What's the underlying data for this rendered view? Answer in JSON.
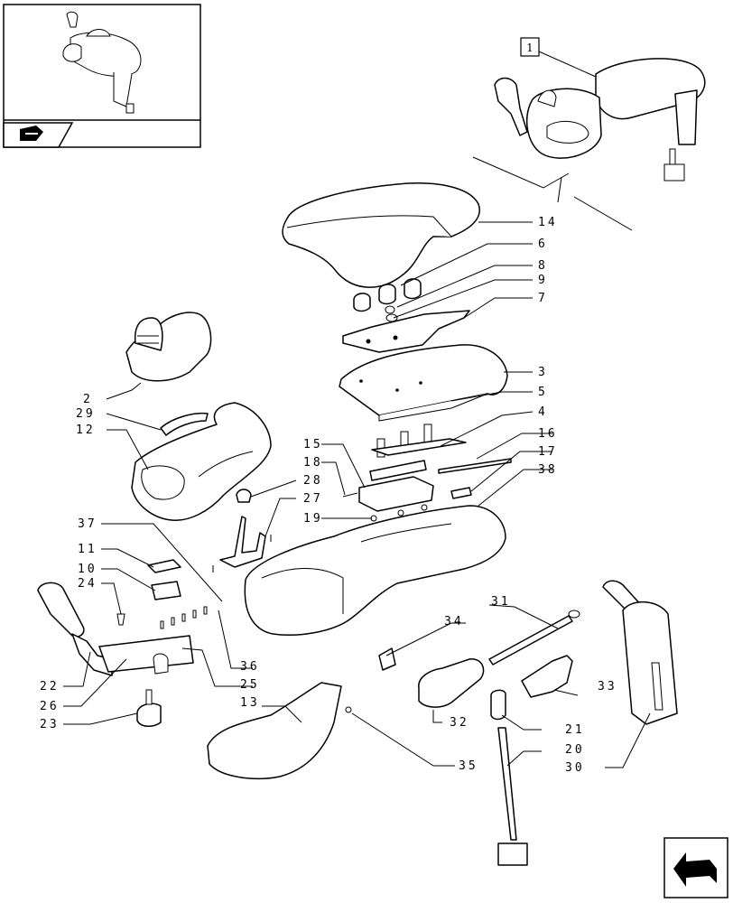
{
  "overview_label": "1",
  "callouts": {
    "c14": "14",
    "c6": "6",
    "c8": "8",
    "c9": "9",
    "c7": "7",
    "c3": "3",
    "c5": "5",
    "c4": "4",
    "c16": "16",
    "c17": "17",
    "c38": "38",
    "c2": "2",
    "c29": "29",
    "c12": "12",
    "c15": "15",
    "c18": "18",
    "c28": "28",
    "c27": "27",
    "c19": "19",
    "c37": "37",
    "c11": "11",
    "c10": "10",
    "c24": "24",
    "c22": "22",
    "c26": "26",
    "c23": "23",
    "c36": "36",
    "c25": "25",
    "c13": "13",
    "c31": "31",
    "c34": "34",
    "c33": "33",
    "c32": "32",
    "c21": "21",
    "c20": "20",
    "c30": "30",
    "c35": "35"
  }
}
